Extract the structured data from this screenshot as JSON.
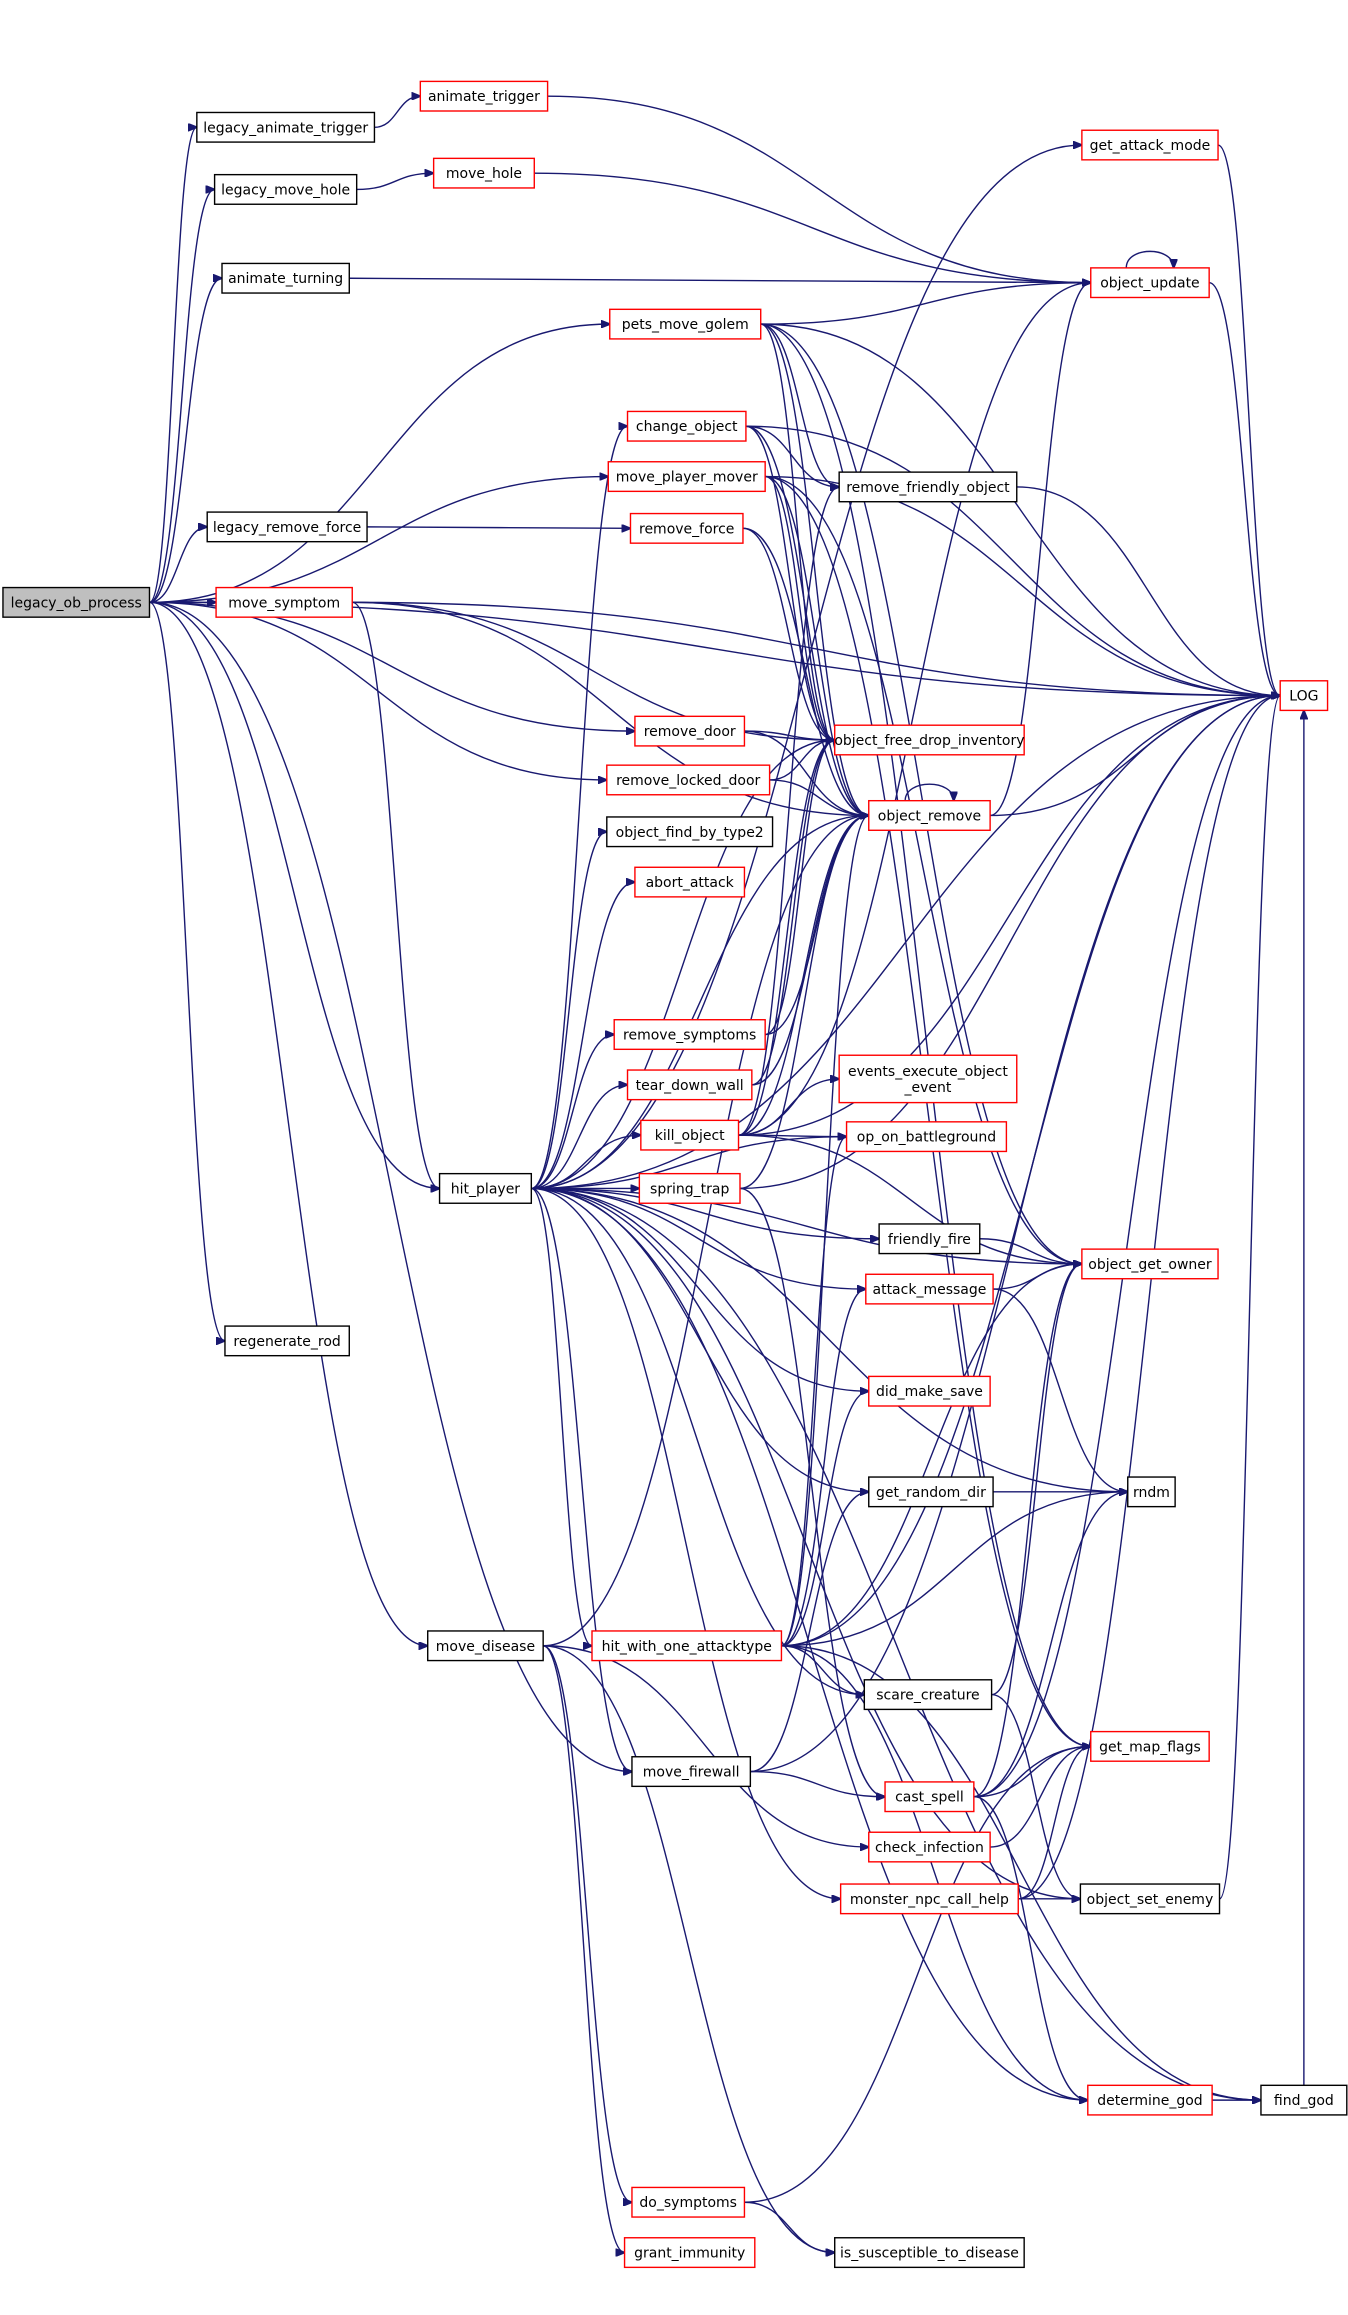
{
  "colors": {
    "edge": "#191970",
    "root_fill": "#bfbfbf",
    "documented_border": "#000000",
    "truncated_border": "#ff0000"
  },
  "nodes": [
    {
      "id": "legacy_ob_process",
      "label": "legacy_ob_process",
      "style": "root"
    },
    {
      "id": "legacy_animate_trigger",
      "label": "legacy_animate_trigger",
      "style": "black"
    },
    {
      "id": "legacy_move_hole",
      "label": "legacy_move_hole",
      "style": "black"
    },
    {
      "id": "animate_turning",
      "label": "animate_turning",
      "style": "black"
    },
    {
      "id": "legacy_remove_force",
      "label": "legacy_remove_force",
      "style": "black"
    },
    {
      "id": "regenerate_rod",
      "label": "regenerate_rod",
      "style": "black"
    },
    {
      "id": "animate_trigger",
      "label": "animate_trigger",
      "style": "red"
    },
    {
      "id": "move_hole",
      "label": "move_hole",
      "style": "red"
    },
    {
      "id": "pets_move_golem",
      "label": "pets_move_golem",
      "style": "red"
    },
    {
      "id": "change_object",
      "label": "change_object",
      "style": "red"
    },
    {
      "id": "move_player_mover",
      "label": "move_player_mover",
      "style": "red"
    },
    {
      "id": "remove_force",
      "label": "remove_force",
      "style": "red"
    },
    {
      "id": "move_symptom",
      "label": "move_symptom",
      "style": "red"
    },
    {
      "id": "remove_door",
      "label": "remove_door",
      "style": "red"
    },
    {
      "id": "remove_locked_door",
      "label": "remove_locked_door",
      "style": "red"
    },
    {
      "id": "object_find_by_type2",
      "label": "object_find_by_type2",
      "style": "black"
    },
    {
      "id": "abort_attack",
      "label": "abort_attack",
      "style": "red"
    },
    {
      "id": "remove_symptoms",
      "label": "remove_symptoms",
      "style": "red"
    },
    {
      "id": "tear_down_wall",
      "label": "tear_down_wall",
      "style": "red"
    },
    {
      "id": "kill_object",
      "label": "kill_object",
      "style": "red"
    },
    {
      "id": "hit_player",
      "label": "hit_player",
      "style": "black"
    },
    {
      "id": "spring_trap",
      "label": "spring_trap",
      "style": "red"
    },
    {
      "id": "hit_with_one_attacktype",
      "label": "hit_with_one_attacktype",
      "style": "red"
    },
    {
      "id": "move_disease",
      "label": "move_disease",
      "style": "black"
    },
    {
      "id": "move_firewall",
      "label": "move_firewall",
      "style": "black"
    },
    {
      "id": "do_symptoms",
      "label": "do_symptoms",
      "style": "red"
    },
    {
      "id": "grant_immunity",
      "label": "grant_immunity",
      "style": "red"
    },
    {
      "id": "get_attack_mode",
      "label": "get_attack_mode",
      "style": "red"
    },
    {
      "id": "object_update",
      "label": "object_update",
      "style": "red"
    },
    {
      "id": "remove_friendly_object",
      "label": "remove_friendly_object",
      "style": "black"
    },
    {
      "id": "object_free_drop_inventory",
      "label": "object_free_drop_inventory",
      "style": "red"
    },
    {
      "id": "object_remove",
      "label": "object_remove",
      "style": "red"
    },
    {
      "id": "events_execute_object_event",
      "label": "events_execute_object\n_event",
      "style": "red"
    },
    {
      "id": "op_on_battleground",
      "label": "op_on_battleground",
      "style": "red"
    },
    {
      "id": "friendly_fire",
      "label": "friendly_fire",
      "style": "black"
    },
    {
      "id": "attack_message",
      "label": "attack_message",
      "style": "red"
    },
    {
      "id": "did_make_save",
      "label": "did_make_save",
      "style": "red"
    },
    {
      "id": "get_random_dir",
      "label": "get_random_dir",
      "style": "black"
    },
    {
      "id": "scare_creature",
      "label": "scare_creature",
      "style": "black"
    },
    {
      "id": "cast_spell",
      "label": "cast_spell",
      "style": "red"
    },
    {
      "id": "check_infection",
      "label": "check_infection",
      "style": "red"
    },
    {
      "id": "monster_npc_call_help",
      "label": "monster_npc_call_help",
      "style": "red"
    },
    {
      "id": "is_susceptible_to_disease",
      "label": "is_susceptible_to_disease",
      "style": "black"
    },
    {
      "id": "object_get_owner",
      "label": "object_get_owner",
      "style": "red"
    },
    {
      "id": "rndm",
      "label": "rndm",
      "style": "black"
    },
    {
      "id": "get_map_flags",
      "label": "get_map_flags",
      "style": "red"
    },
    {
      "id": "object_set_enemy",
      "label": "object_set_enemy",
      "style": "black"
    },
    {
      "id": "determine_god",
      "label": "determine_god",
      "style": "red"
    },
    {
      "id": "find_god",
      "label": "find_god",
      "style": "black"
    },
    {
      "id": "LOG",
      "label": "LOG",
      "style": "red"
    }
  ],
  "edges": [
    [
      "legacy_ob_process",
      "legacy_animate_trigger"
    ],
    [
      "legacy_ob_process",
      "legacy_move_hole"
    ],
    [
      "legacy_ob_process",
      "animate_turning"
    ],
    [
      "legacy_ob_process",
      "pets_move_golem"
    ],
    [
      "legacy_ob_process",
      "move_player_mover"
    ],
    [
      "legacy_ob_process",
      "legacy_remove_force"
    ],
    [
      "legacy_ob_process",
      "move_symptom"
    ],
    [
      "legacy_ob_process",
      "remove_door"
    ],
    [
      "legacy_ob_process",
      "remove_locked_door"
    ],
    [
      "legacy_ob_process",
      "hit_player"
    ],
    [
      "legacy_ob_process",
      "move_disease"
    ],
    [
      "legacy_ob_process",
      "regenerate_rod"
    ],
    [
      "legacy_ob_process",
      "move_firewall"
    ],
    [
      "legacy_ob_process",
      "LOG"
    ],
    [
      "legacy_animate_trigger",
      "animate_trigger"
    ],
    [
      "animate_trigger",
      "object_update"
    ],
    [
      "legacy_move_hole",
      "move_hole"
    ],
    [
      "move_hole",
      "object_update"
    ],
    [
      "animate_turning",
      "object_update"
    ],
    [
      "legacy_remove_force",
      "remove_force"
    ],
    [
      "remove_force",
      "object_remove"
    ],
    [
      "remove_force",
      "object_free_drop_inventory"
    ],
    [
      "pets_move_golem",
      "object_update"
    ],
    [
      "pets_move_golem",
      "remove_friendly_object"
    ],
    [
      "pets_move_golem",
      "object_free_drop_inventory"
    ],
    [
      "pets_move_golem",
      "object_remove"
    ],
    [
      "pets_move_golem",
      "object_get_owner"
    ],
    [
      "pets_move_golem",
      "get_map_flags"
    ],
    [
      "pets_move_golem",
      "LOG"
    ],
    [
      "change_object",
      "remove_friendly_object"
    ],
    [
      "change_object",
      "object_free_drop_inventory"
    ],
    [
      "change_object",
      "object_remove"
    ],
    [
      "change_object",
      "LOG"
    ],
    [
      "move_player_mover",
      "object_remove"
    ],
    [
      "move_player_mover",
      "object_free_drop_inventory"
    ],
    [
      "move_player_mover",
      "get_map_flags"
    ],
    [
      "move_player_mover",
      "object_get_owner"
    ],
    [
      "move_player_mover",
      "LOG"
    ],
    [
      "move_symptom",
      "hit_player"
    ],
    [
      "move_symptom",
      "object_remove"
    ],
    [
      "move_symptom",
      "object_free_drop_inventory"
    ],
    [
      "move_symptom",
      "LOG"
    ],
    [
      "remove_door",
      "object_remove"
    ],
    [
      "remove_door",
      "object_free_drop_inventory"
    ],
    [
      "remove_locked_door",
      "object_remove"
    ],
    [
      "remove_locked_door",
      "object_free_drop_inventory"
    ],
    [
      "hit_player",
      "get_attack_mode"
    ],
    [
      "hit_player",
      "change_object"
    ],
    [
      "hit_player",
      "object_find_by_type2"
    ],
    [
      "hit_player",
      "abort_attack"
    ],
    [
      "hit_player",
      "remove_symptoms"
    ],
    [
      "hit_player",
      "tear_down_wall"
    ],
    [
      "hit_player",
      "kill_object"
    ],
    [
      "hit_player",
      "spring_trap"
    ],
    [
      "hit_player",
      "hit_with_one_attacktype"
    ],
    [
      "hit_player",
      "move_firewall"
    ],
    [
      "hit_player",
      "object_get_owner"
    ],
    [
      "hit_player",
      "friendly_fire"
    ],
    [
      "hit_player",
      "attack_message"
    ],
    [
      "hit_player",
      "did_make_save"
    ],
    [
      "hit_player",
      "get_random_dir"
    ],
    [
      "hit_player",
      "rndm"
    ],
    [
      "hit_player",
      "scare_creature"
    ],
    [
      "hit_player",
      "monster_npc_call_help"
    ],
    [
      "hit_player",
      "object_set_enemy"
    ],
    [
      "hit_player",
      "determine_god"
    ],
    [
      "hit_player",
      "find_god"
    ],
    [
      "hit_player",
      "op_on_battleground"
    ],
    [
      "hit_player",
      "object_remove"
    ],
    [
      "hit_player",
      "object_free_drop_inventory"
    ],
    [
      "hit_player",
      "LOG"
    ],
    [
      "remove_symptoms",
      "object_remove"
    ],
    [
      "remove_symptoms",
      "object_free_drop_inventory"
    ],
    [
      "tear_down_wall",
      "object_remove"
    ],
    [
      "tear_down_wall",
      "object_free_drop_inventory"
    ],
    [
      "kill_object",
      "events_execute_object_event"
    ],
    [
      "kill_object",
      "op_on_battleground"
    ],
    [
      "kill_object",
      "object_remove"
    ],
    [
      "kill_object",
      "object_free_drop_inventory"
    ],
    [
      "kill_object",
      "remove_friendly_object"
    ],
    [
      "kill_object",
      "object_update"
    ],
    [
      "kill_object",
      "object_get_owner"
    ],
    [
      "kill_object",
      "LOG"
    ],
    [
      "spring_trap",
      "object_remove"
    ],
    [
      "spring_trap",
      "cast_spell"
    ],
    [
      "spring_trap",
      "LOG"
    ],
    [
      "hit_with_one_attacktype",
      "did_make_save"
    ],
    [
      "hit_with_one_attacktype",
      "object_remove"
    ],
    [
      "hit_with_one_attacktype",
      "attack_message"
    ],
    [
      "hit_with_one_attacktype",
      "scare_creature"
    ],
    [
      "hit_with_one_attacktype",
      "rndm"
    ],
    [
      "hit_with_one_attacktype",
      "object_get_owner"
    ],
    [
      "hit_with_one_attacktype",
      "determine_god"
    ],
    [
      "hit_with_one_attacktype",
      "find_god"
    ],
    [
      "hit_with_one_attacktype",
      "op_on_battleground"
    ],
    [
      "hit_with_one_attacktype",
      "LOG"
    ],
    [
      "move_disease",
      "object_remove"
    ],
    [
      "move_disease",
      "check_infection"
    ],
    [
      "move_disease",
      "do_symptoms"
    ],
    [
      "move_disease",
      "grant_immunity"
    ],
    [
      "move_disease",
      "is_susceptible_to_disease"
    ],
    [
      "move_firewall",
      "cast_spell"
    ],
    [
      "move_firewall",
      "get_random_dir"
    ],
    [
      "move_firewall",
      "LOG"
    ],
    [
      "do_symptoms",
      "is_susceptible_to_disease"
    ],
    [
      "do_symptoms",
      "get_map_flags"
    ],
    [
      "get_attack_mode",
      "LOG"
    ],
    [
      "object_update",
      "object_update"
    ],
    [
      "object_update",
      "LOG"
    ],
    [
      "remove_friendly_object",
      "LOG"
    ],
    [
      "object_remove",
      "object_remove"
    ],
    [
      "object_remove",
      "object_update"
    ],
    [
      "object_remove",
      "LOG"
    ],
    [
      "friendly_fire",
      "object_get_owner"
    ],
    [
      "attack_message",
      "object_get_owner"
    ],
    [
      "attack_message",
      "rndm"
    ],
    [
      "get_random_dir",
      "rndm"
    ],
    [
      "scare_creature",
      "object_set_enemy"
    ],
    [
      "scare_creature",
      "object_get_owner"
    ],
    [
      "cast_spell",
      "get_map_flags"
    ],
    [
      "cast_spell",
      "rndm"
    ],
    [
      "cast_spell",
      "object_get_owner"
    ],
    [
      "cast_spell",
      "determine_god"
    ],
    [
      "cast_spell",
      "LOG"
    ],
    [
      "check_infection",
      "get_map_flags"
    ],
    [
      "monster_npc_call_help",
      "get_map_flags"
    ],
    [
      "monster_npc_call_help",
      "object_set_enemy"
    ],
    [
      "monster_npc_call_help",
      "LOG"
    ],
    [
      "object_set_enemy",
      "LOG"
    ],
    [
      "determine_god",
      "find_god"
    ],
    [
      "find_god",
      "LOG"
    ]
  ]
}
